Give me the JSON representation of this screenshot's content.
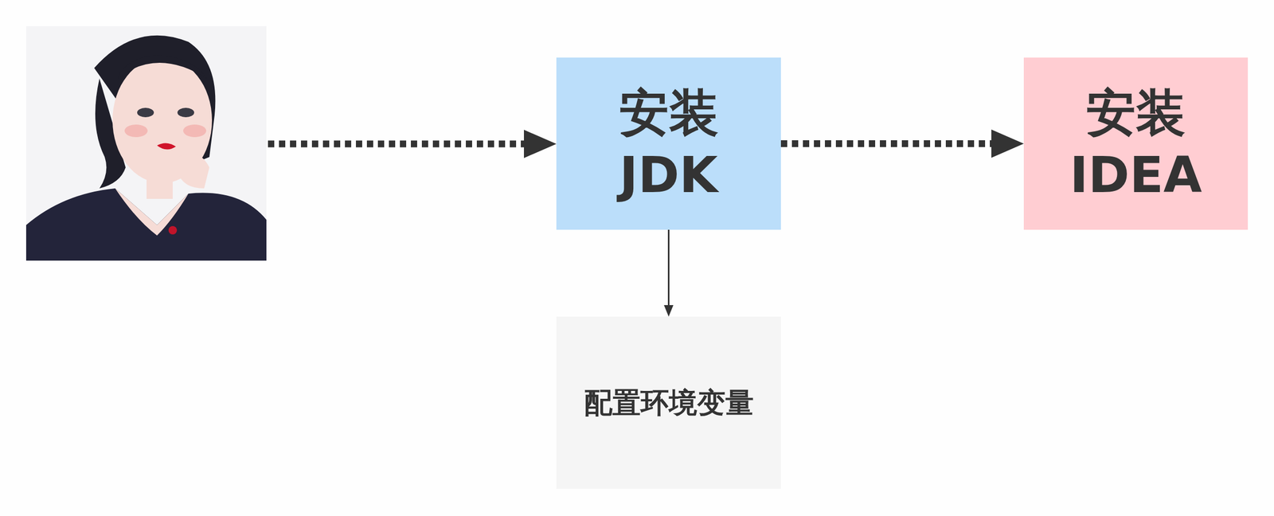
{
  "diagram": {
    "nodes": [
      {
        "text": [
          "安装 JDK"
        ]
      },
      {
        "text": [
          "安装 IDEA"
        ]
      },
      {
        "text": [
          "配置环境变量"
        ]
      }
    ],
    "edges": [
      {
        "from": 0,
        "to": 1,
        "arrow": "to"
      },
      {
        "from": 0,
        "to": 2,
        "arrow": "to"
      }
    ]
  }
}
